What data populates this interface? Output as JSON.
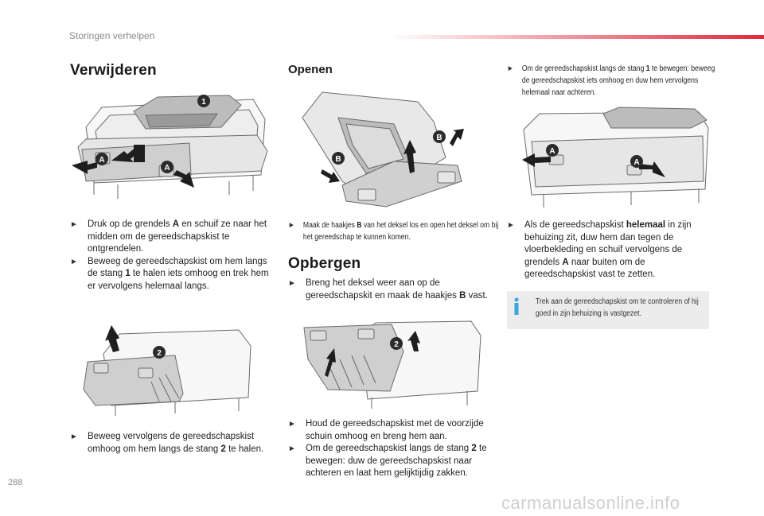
{
  "header": {
    "section_title": "Storingen verhelpen"
  },
  "page_number": "288",
  "watermark": "carmanualsonline.info",
  "col1": {
    "title": "Verwijderen",
    "step1_pre": "Druk op de grendels ",
    "step1_b": "A",
    "step1_post": " en schuif ze naar het midden om de gereedschapskist te ontgrendelen.",
    "step2_pre": "Beweeg de gereedschapskist om hem langs de stang ",
    "step2_b": "1",
    "step2_post": " te halen iets omhoog en trek hem er vervolgens helemaal langs.",
    "step3_pre": "Beweeg vervolgens de gereedschapskist omhoog om hem langs de stang ",
    "step3_b": "2",
    "step3_post": " te halen."
  },
  "col2": {
    "title_open": "Openen",
    "open_pre": "Maak de haakjes ",
    "open_b": "B",
    "open_post": " van het deksel los en open het deksel om bij het gereedschap te kunnen komen.",
    "title_store": "Opbergen",
    "store1_pre": "Breng het deksel weer aan op de gereedschapskit en maak de haakjes ",
    "store1_b": "B",
    "store1_post": " vast.",
    "store2": "Houd de gereedschapskist met de voorzijde schuin omhoog en breng hem aan.",
    "store3_pre": "Om de gereedschapskist langs de stang ",
    "store3_b": "2",
    "store3_post": " te bewegen: duw de gereedschapskist naar achteren en laat hem gelijktijdig zakken."
  },
  "col3": {
    "top_pre": "Om de gereedschapskist langs de stang ",
    "top_b": "1",
    "top_post": " te bewegen: beweeg de gereedschapskist iets omhoog en duw hem vervolgens helemaal naar achteren.",
    "step_pre": "Als de gereedschapskist ",
    "step_b": "helemaal",
    "step_mid": " in zijn behuizing zit, duw hem dan tegen de vloerbekleding en schuif vervolgens de grendels ",
    "step_b2": "A",
    "step_post": " naar buiten om de gereedschapskist vast te zetten.",
    "info": "Trek aan de gereedschapskist om te controleren of hij goed in zijn behuizing is vastgezet."
  },
  "labels": {
    "A": "A",
    "B": "B",
    "one": "1",
    "two": "2"
  },
  "colors": {
    "accent": "#e2283c",
    "label_bg": "#2b2b2b",
    "info_icon": "#3aa7e0"
  }
}
